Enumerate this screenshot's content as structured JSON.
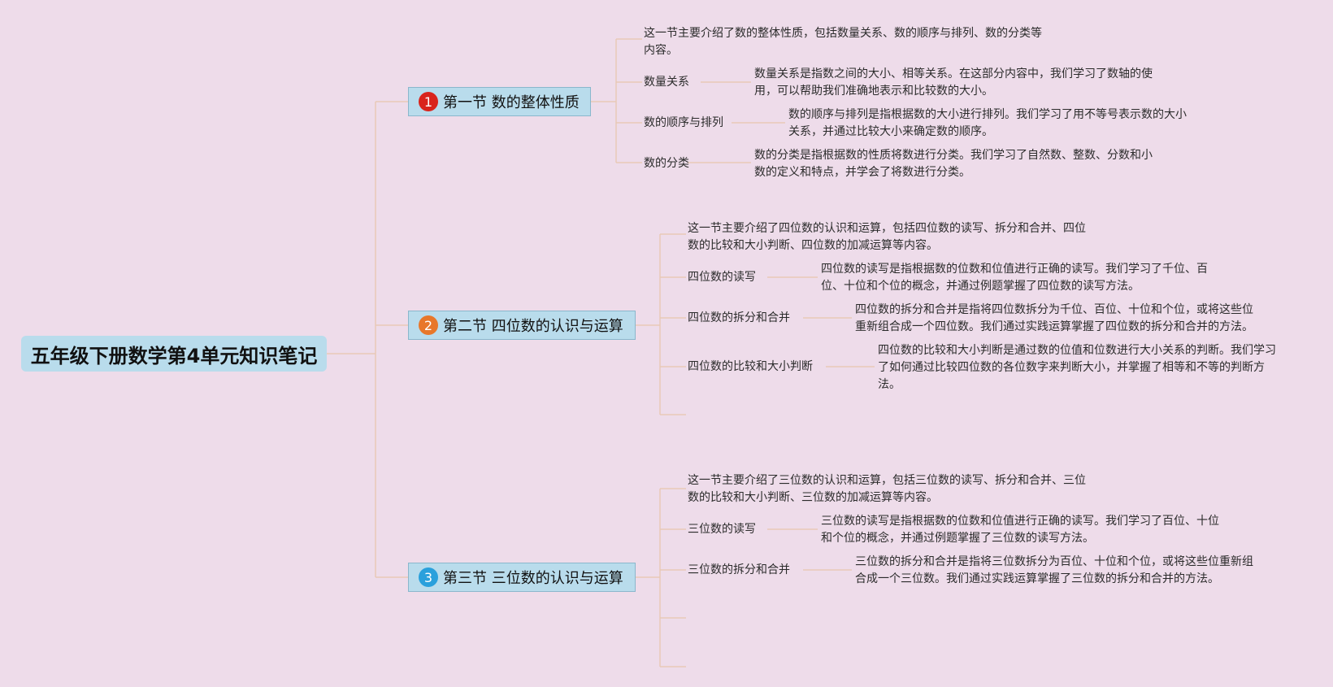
{
  "root": {
    "title": "五年级下册数学第4单元知识笔记"
  },
  "colors": {
    "background": "#eedcea",
    "node_fill": "#b9dcec",
    "line": "#e8c9b7",
    "badge1": "#d9241c",
    "badge2": "#e8772a",
    "badge3": "#2aa0dc"
  },
  "sections": [
    {
      "num": "1",
      "title": "第一节 数的整体性质",
      "summary": [
        "这一节主要介绍了数的整体性质，包括数量关系、数的顺序与排列、数的分类等",
        "内容。"
      ],
      "topics": [
        {
          "label": "数量关系",
          "desc": [
            "数量关系是指数之间的大小、相等关系。在这部分内容中，我们学习了数轴的使",
            "用，可以帮助我们准确地表示和比较数的大小。"
          ]
        },
        {
          "label": "数的顺序与排列",
          "desc": [
            "数的顺序与排列是指根据数的大小进行排列。我们学习了用不等号表示数的大小",
            "关系，并通过比较大小来确定数的顺序。"
          ]
        },
        {
          "label": "数的分类",
          "desc": [
            "数的分类是指根据数的性质将数进行分类。我们学习了自然数、整数、分数和小",
            "数的定义和特点，并学会了将数进行分类。"
          ]
        }
      ]
    },
    {
      "num": "2",
      "title": "第二节 四位数的认识与运算",
      "summary": [
        "这一节主要介绍了四位数的认识和运算，包括四位数的读写、拆分和合并、四位",
        "数的比较和大小判断、四位数的加减运算等内容。"
      ],
      "topics": [
        {
          "label": "四位数的读写",
          "desc": [
            "四位数的读写是指根据数的位数和位值进行正确的读写。我们学习了千位、百",
            "位、十位和个位的概念，并通过例题掌握了四位数的读写方法。"
          ]
        },
        {
          "label": "四位数的拆分和合并",
          "desc": [
            "四位数的拆分和合并是指将四位数拆分为千位、百位、十位和个位，或将这些位",
            "重新组合成一个四位数。我们通过实践运算掌握了四位数的拆分和合并的方法。"
          ]
        },
        {
          "label": "四位数的比较和大小判断",
          "desc": [
            "四位数的比较和大小判断是通过数的位值和位数进行大小关系的判断。我们学习",
            "了如何通过比较四位数的各位数字来判断大小，并掌握了相等和不等的判断方",
            "法。"
          ]
        }
      ]
    },
    {
      "num": "3",
      "title": "第三节 三位数的认识与运算",
      "summary": [
        "这一节主要介绍了三位数的认识和运算，包括三位数的读写、拆分和合并、三位",
        "数的比较和大小判断、三位数的加减运算等内容。"
      ],
      "topics": [
        {
          "label": "三位数的读写",
          "desc": [
            "三位数的读写是指根据数的位数和位值进行正确的读写。我们学习了百位、十位",
            "和个位的概念，并通过例题掌握了三位数的读写方法。"
          ]
        },
        {
          "label": "三位数的拆分和合并",
          "desc": [
            "三位数的拆分和合并是指将三位数拆分为百位、十位和个位，或将这些位重新组",
            "合成一个三位数。我们通过实践运算掌握了三位数的拆分和合并的方法。"
          ]
        }
      ]
    }
  ]
}
